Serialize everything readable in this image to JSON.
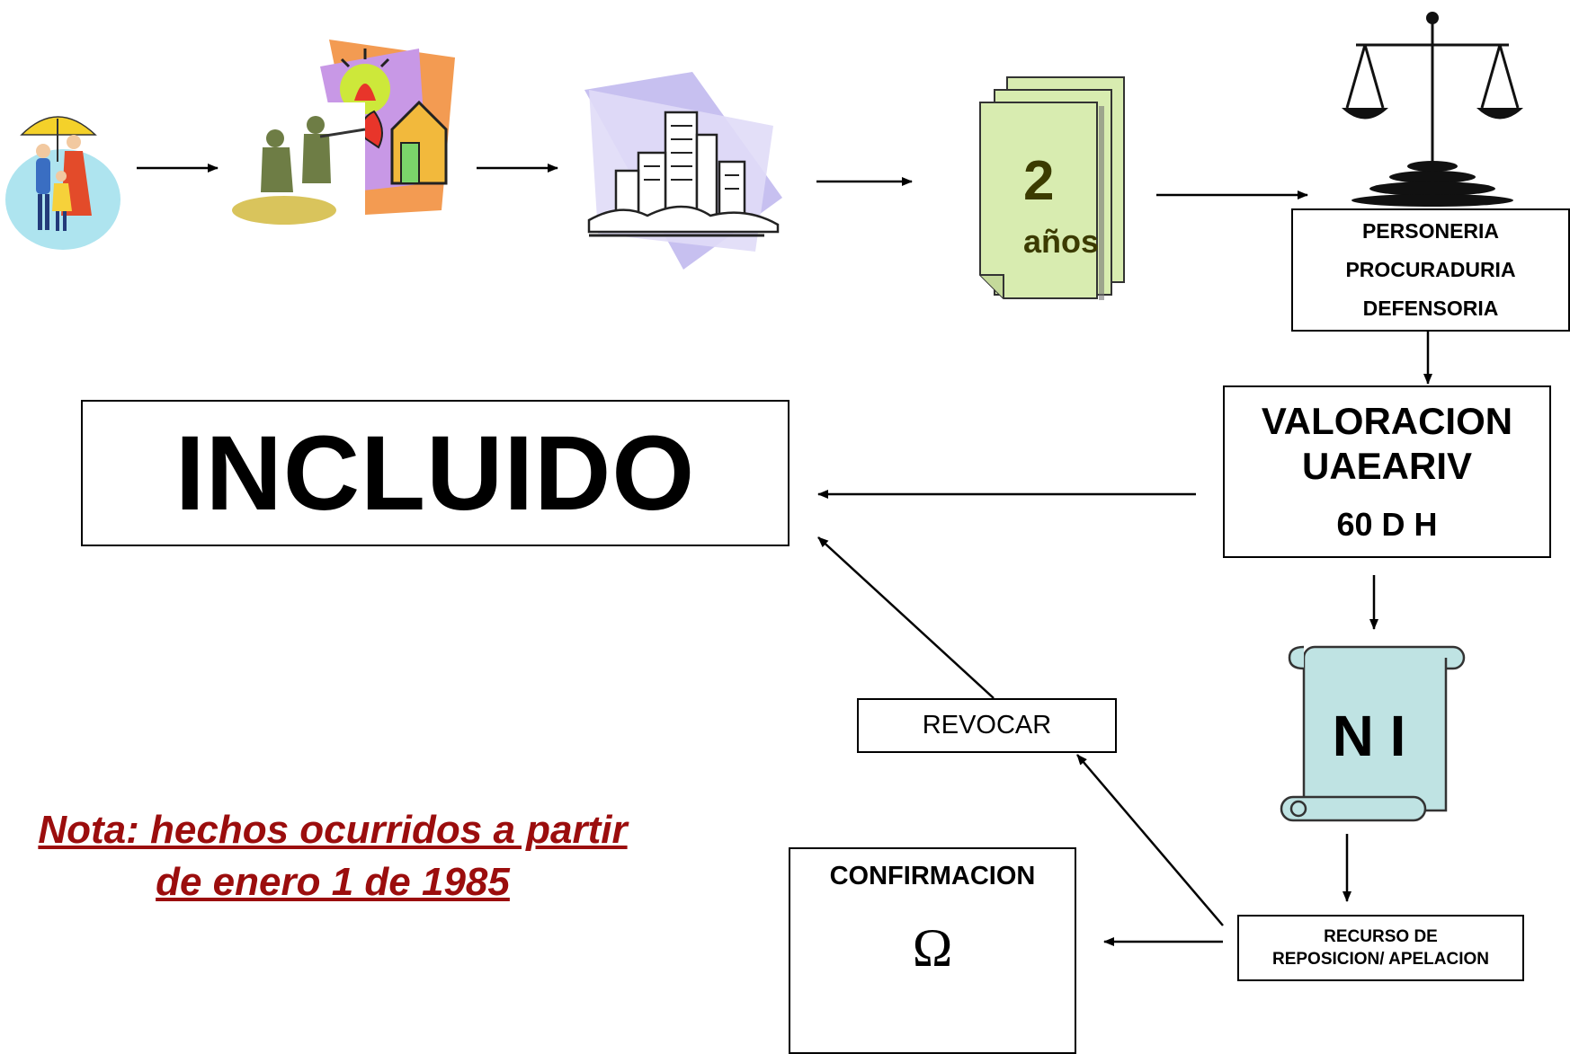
{
  "stages": [
    {
      "icon": "family-umbrella-icon"
    },
    {
      "icon": "armed-conflict-soldiers-icon"
    },
    {
      "icon": "city-buildings-icon"
    }
  ],
  "documents": {
    "number": "2",
    "unit": "años"
  },
  "justice": {
    "icon": "scales-of-justice-icon",
    "lines": [
      "PERSONERIA",
      "PROCURADURIA",
      "DEFENSORIA"
    ]
  },
  "valoracion": {
    "line1": "VALORACION",
    "line2": "UAEARIV",
    "line3": "60 D H"
  },
  "incluido": "INCLUIDO",
  "scroll": {
    "icon": "scroll-icon",
    "label": "N I"
  },
  "recurso": {
    "line1": "RECURSO DE",
    "line2": "REPOSICION/ APELACION"
  },
  "revocar": "REVOCAR",
  "confirmacion": {
    "title": "CONFIRMACION",
    "symbol": "Ω"
  },
  "note": {
    "line1": "Nota: hechos ocurridos a partir",
    "line2": "de enero 1 de 1985"
  },
  "colors": {
    "note": "#9b0d0d",
    "documents": "#d8ecb0",
    "scroll": "#bfe3e3"
  }
}
